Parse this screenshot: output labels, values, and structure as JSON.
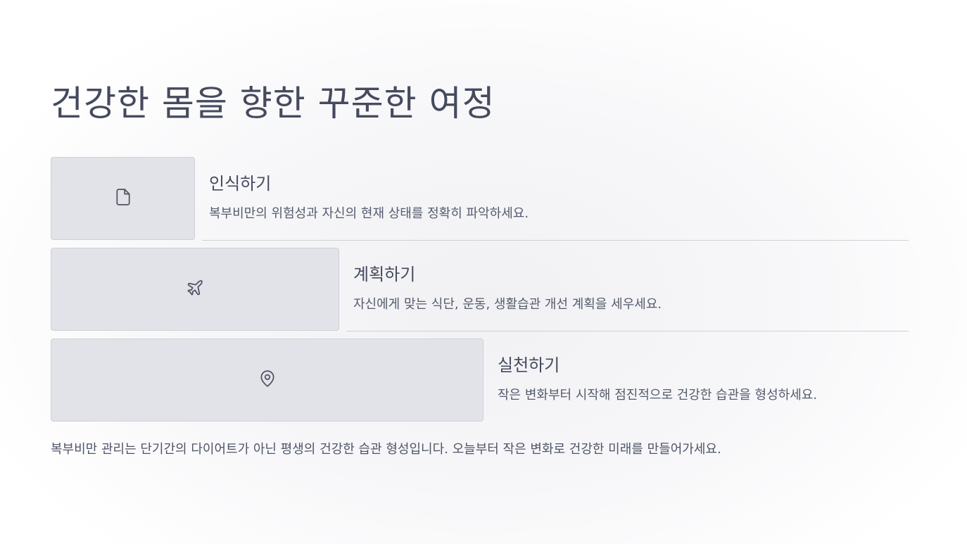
{
  "title": "건강한 몸을 향한 꾸준한 여정",
  "steps": [
    {
      "title": "인식하기",
      "description": "복부비만의 위험성과 자신의 현재 상태를 정확히 파악하세요.",
      "icon": "document-icon"
    },
    {
      "title": "계획하기",
      "description": "자신에게 맞는 식단, 운동, 생활습관 개선 계획을 세우세요.",
      "icon": "airplane-icon"
    },
    {
      "title": "실천하기",
      "description": "작은 변화부터 시작해 점진적으로 건강한 습관을 형성하세요.",
      "icon": "map-pin-icon"
    }
  ],
  "footer": "복부비만 관리는 단기간의 다이어트가 아닌 평생의 건강한 습관 형성입니다. 오늘부터 작은 변화로 건강한 미래를 만들어가세요."
}
